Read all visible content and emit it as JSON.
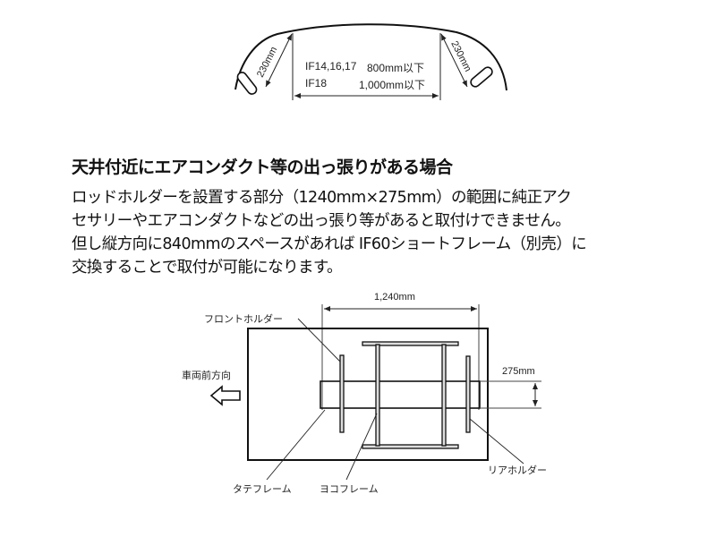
{
  "top_diagram": {
    "left_dim": "230mm",
    "right_dim": "230mm",
    "spec_rows": [
      {
        "model": "IF14,16,17",
        "limit": "800mm以下"
      },
      {
        "model": "IF18",
        "limit": "1,000mm以下"
      }
    ]
  },
  "section": {
    "heading": "天井付近にエアコンダクト等の出っ張りがある場合",
    "paragraph_lines": [
      "ロッドホルダーを設置する部分（1240mm×275mm）の範囲に純正アク",
      "セサリーやエアコンダクトなどの出っ張り等があると取付けできません。",
      "但し縦方向に840mmのスペースがあれば IF60ショートフレーム（別売）に",
      "交換することで取付が可能になります。"
    ]
  },
  "layout_diagram": {
    "width_dim": "1,240mm",
    "height_dim": "275mm",
    "direction_label": "車両前方向",
    "labels": {
      "front_holder": "フロントホルダー",
      "rear_holder": "リアホルダー",
      "vertical_frame": "タテフレーム",
      "horizontal_frame": "ヨコフレーム"
    }
  }
}
